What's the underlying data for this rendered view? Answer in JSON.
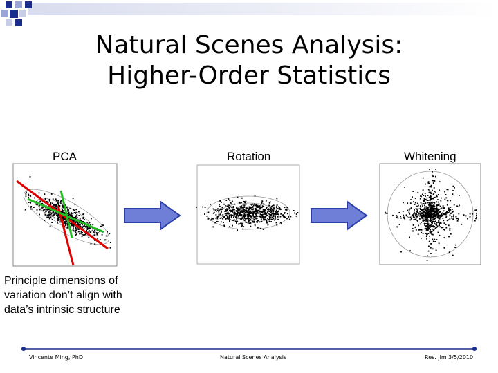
{
  "slide": {
    "title_line1": "Natural Scenes Analysis:",
    "title_line2": "Higher-Order Statistics",
    "panels": [
      {
        "label": "PCA"
      },
      {
        "label": "Rotation"
      },
      {
        "label": "Whitening"
      }
    ],
    "caption_lines": [
      "Principle dimensions of",
      "variation don’t align with",
      "data’s intrinsic structure"
    ],
    "footer": {
      "left": "Vincente Ming, PhD",
      "center": "Natural Scenes Analysis",
      "right": "Res. jlm 3/5/2010"
    }
  },
  "colors": {
    "corner_blue": "#1a2c8c",
    "arrow_fill": "#6f7fd8",
    "arrow_stroke": "#2a3fa8",
    "pca_red": "#e00000",
    "pca_green": "#22bb22",
    "footer_line": "#1a2c8c"
  }
}
